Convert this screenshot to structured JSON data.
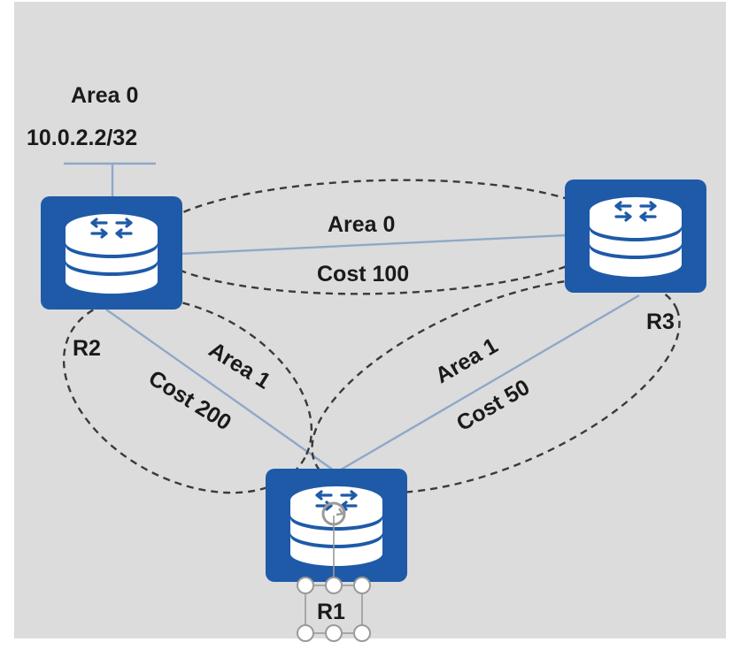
{
  "colors": {
    "background": "#dcdcdc",
    "router": "#1e5aa8",
    "router_inner": "#ffffff",
    "link": "#8fa8c8",
    "dashed": "#3a3a3a",
    "handle": "#9a9a9a"
  },
  "icons": {
    "router": "router-icon",
    "rotate": "rotate-handle-icon",
    "resize": "resize-handle-icon"
  },
  "loopback": {
    "area": "Area 0",
    "address": "10.0.2.2/32"
  },
  "routers": {
    "r1": {
      "name": "R1"
    },
    "r2": {
      "name": "R2"
    },
    "r3": {
      "name": "R3"
    }
  },
  "links": {
    "r2_r3": {
      "area": "Area 0",
      "cost": "Cost 100"
    },
    "r2_r1": {
      "area": "Area 1",
      "cost": "Cost 200"
    },
    "r3_r1": {
      "area": "Area 1",
      "cost": "Cost 50"
    }
  }
}
